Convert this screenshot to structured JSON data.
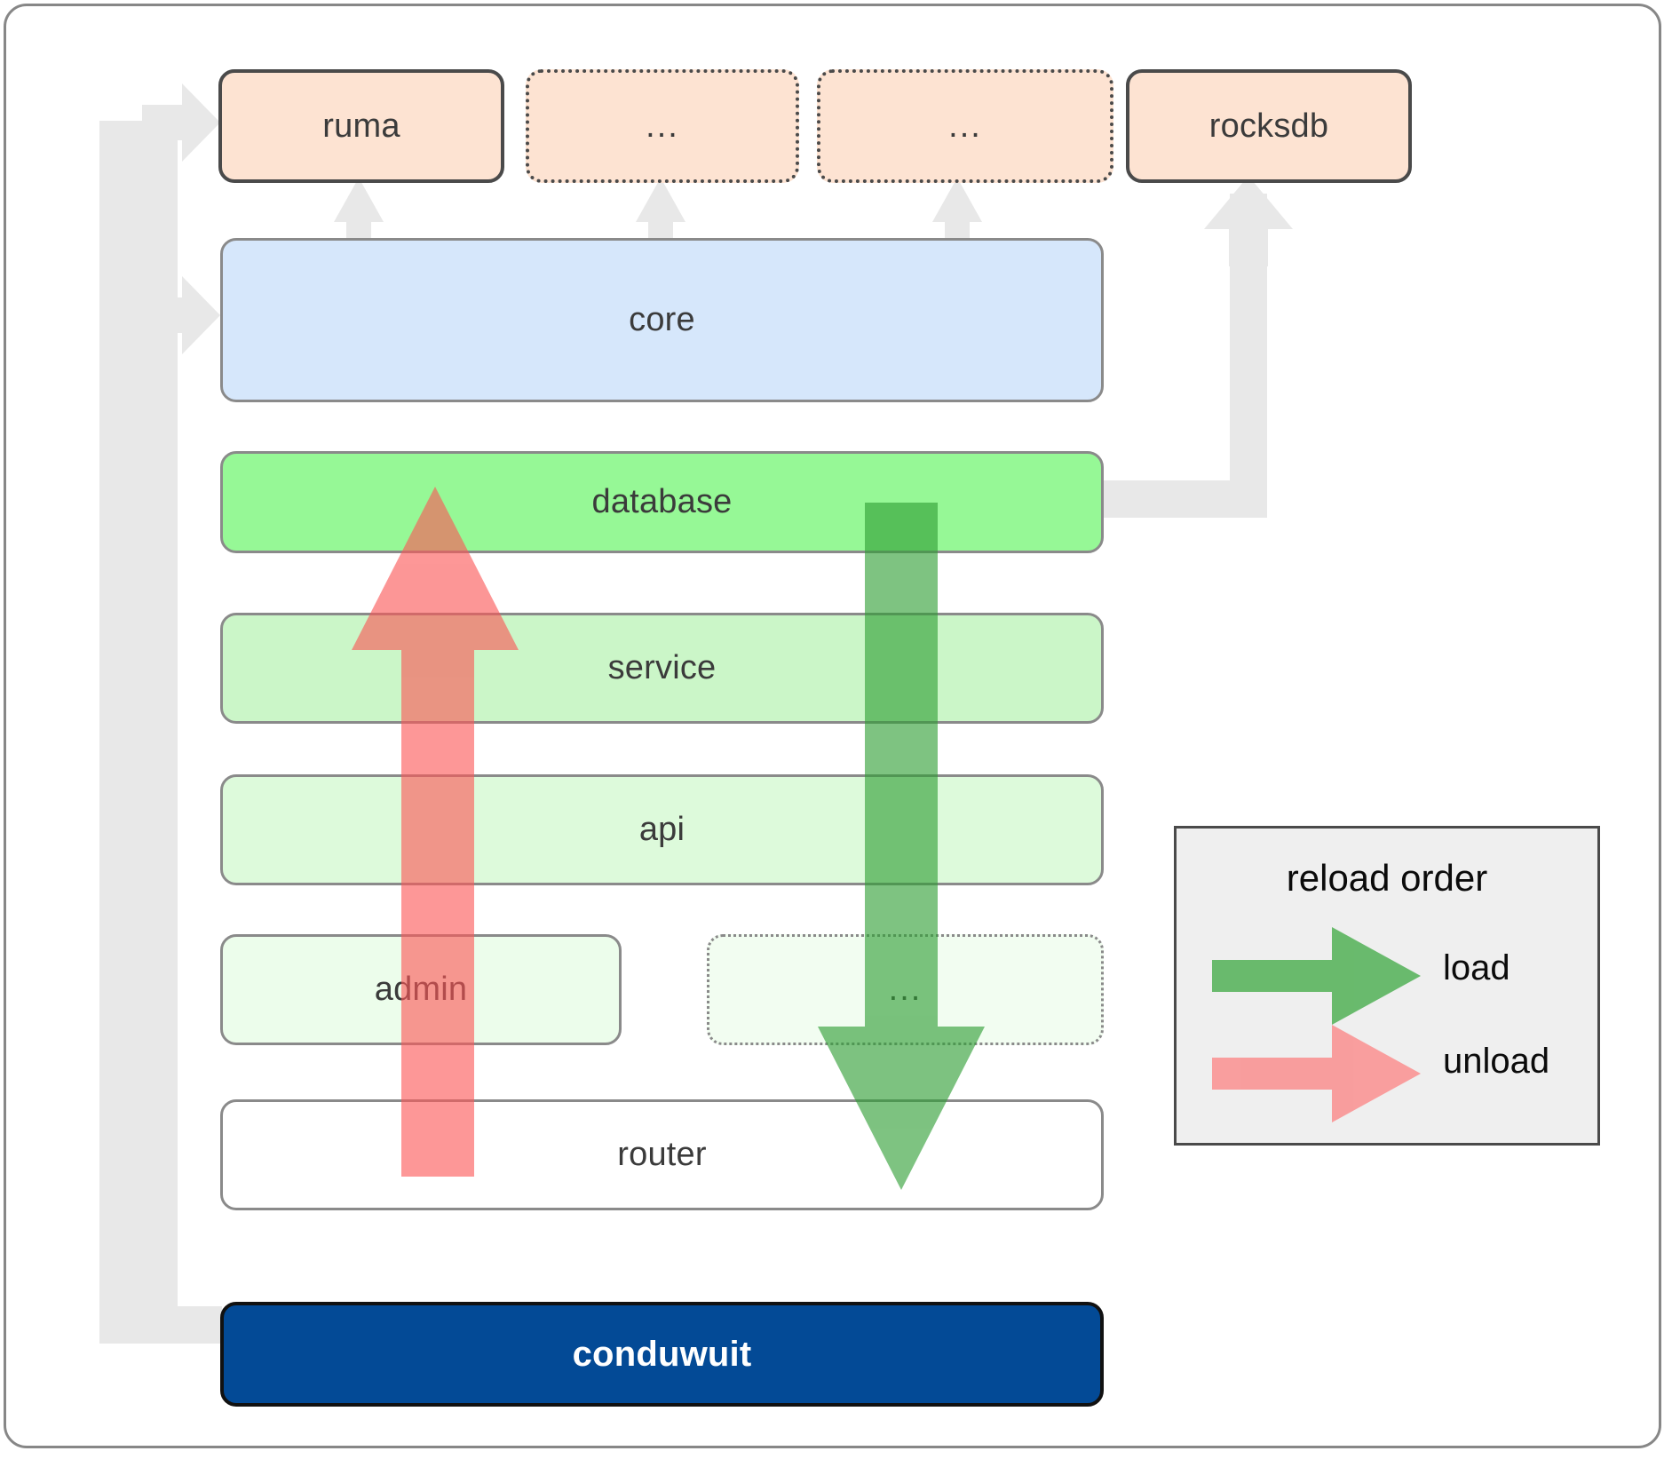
{
  "diagram": {
    "title": "conduwuit crate layer / reload order diagram",
    "colors": {
      "dependency_fill": "#fde3d2",
      "dependency_stroke": "#4a4a4a",
      "core_fill": "#d6e7fb",
      "database_fill": "#96f896",
      "service_fill": "#cbf6c8",
      "api_fill": "#ddfadb",
      "admin_fill": "#ecfdeb",
      "ellipsis_fill": "#f2fdf1",
      "router_fill": "#ffffff",
      "root_fill": "#034a96",
      "layer_stroke": "#8a8a8a",
      "connector_gray": "#e8e8e8",
      "load_green": "#4caf50",
      "load_green_dark": "#2e9e34",
      "unload_red": "#fb8c8c",
      "unload_red_dark": "#fb5d5d",
      "legend_fill": "#efefef",
      "legend_stroke": "#4a4a4a",
      "frame_stroke": "#878787"
    },
    "dependencies": [
      {
        "label": "ruma",
        "style": "solid",
        "icon": "dependency-box"
      },
      {
        "label": "...",
        "style": "dotted",
        "icon": "ellipsis-box"
      },
      {
        "label": "...",
        "style": "dotted",
        "icon": "ellipsis-box"
      },
      {
        "label": "rocksdb",
        "style": "solid",
        "icon": "dependency-box"
      }
    ],
    "layers": [
      {
        "label": "core",
        "style": "solid",
        "fill": "#d6e7fb"
      },
      {
        "label": "database",
        "style": "solid",
        "fill": "#96f896"
      },
      {
        "label": "service",
        "style": "solid",
        "fill": "#cbf6c8"
      },
      {
        "label": "api",
        "style": "solid",
        "fill": "#ddfadb"
      },
      {
        "label": "admin",
        "style": "solid",
        "fill": "#ecfdeb"
      },
      {
        "label": "...",
        "style": "dotted",
        "fill": "#f2fdf1"
      },
      {
        "label": "router",
        "style": "solid",
        "fill": "#ffffff"
      }
    ],
    "root": {
      "label": "conduwuit"
    },
    "legend": {
      "title": "reload order",
      "items": [
        {
          "label": "load",
          "color": "#4caf50",
          "direction": "down"
        },
        {
          "label": "unload",
          "color": "#fb8c8c",
          "direction": "up"
        }
      ]
    },
    "arrows": {
      "load_label": "load",
      "unload_label": "unload",
      "load_direction": "downward (database → router)",
      "unload_direction": "upward (router → database)"
    }
  }
}
